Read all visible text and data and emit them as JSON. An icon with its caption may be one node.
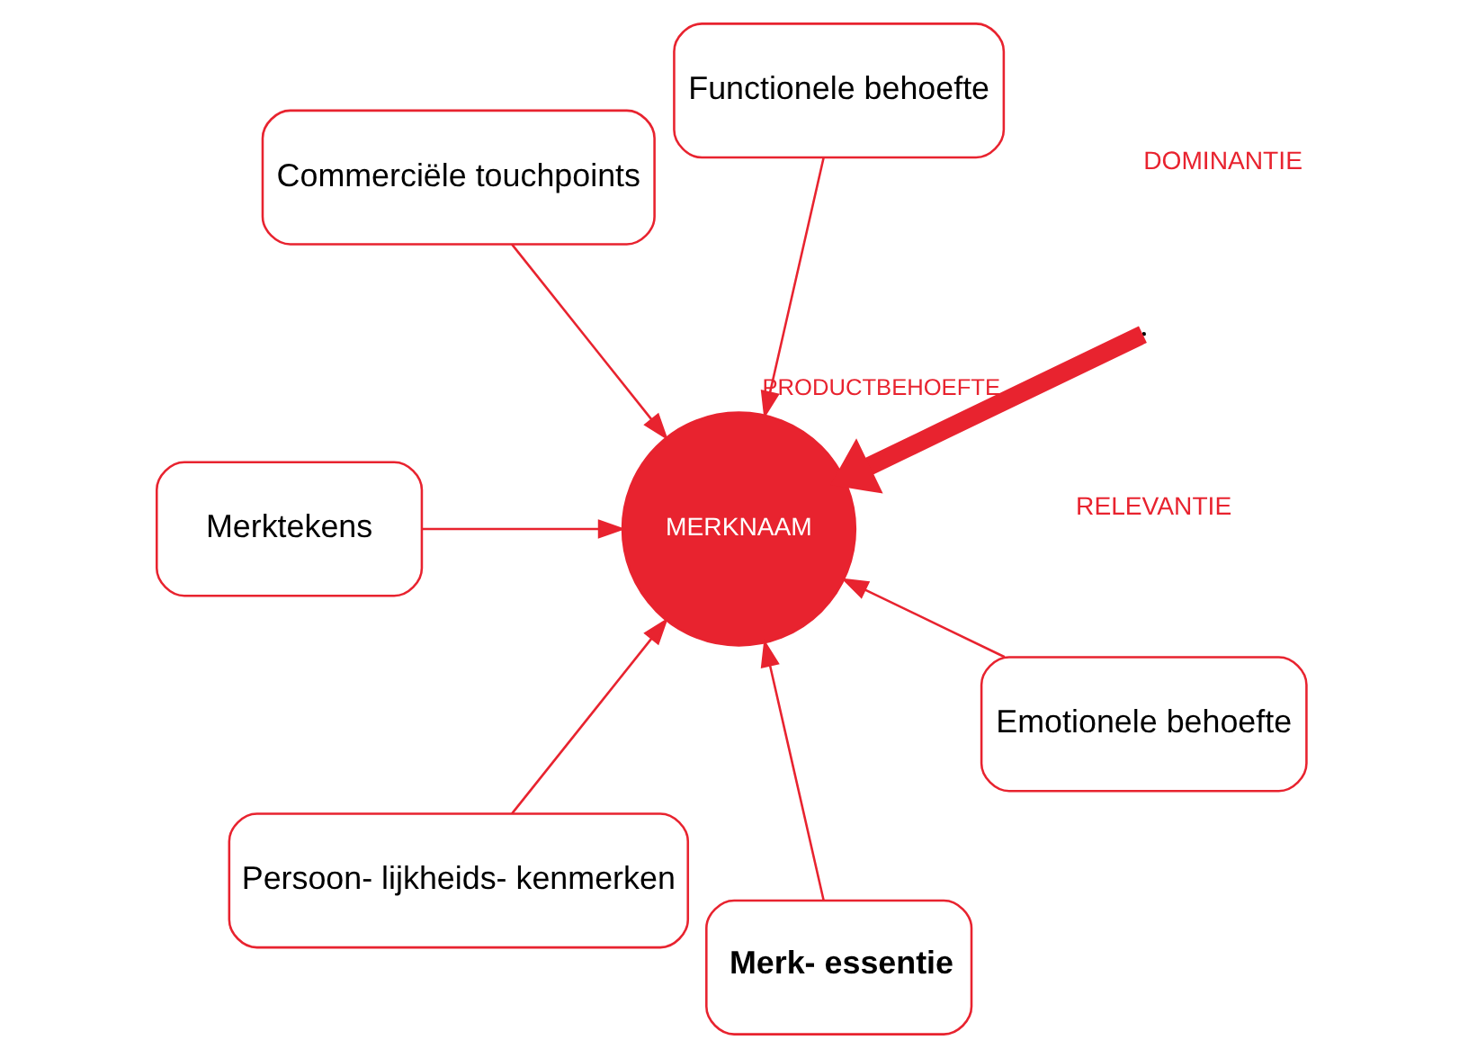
{
  "diagram": {
    "nodes": [
      {
        "text": [
          "MERKNAAM"
        ]
      },
      {
        "text": [
          "Functionele behoefte"
        ]
      },
      {
        "text": [
          "Commerciële touchpoints"
        ]
      },
      {
        "text": [
          "Merktekens"
        ]
      },
      {
        "text": [
          "Persoon- lijkheids- kenmerken"
        ]
      },
      {
        "text": [
          "Merk- essentie"
        ]
      },
      {
        "text": [
          "Emotionele behoefte"
        ]
      }
    ],
    "edges": [
      {
        "from": null,
        "to": 0,
        "arrow": "to",
        "label": "PRODUCTBEHOEFTE",
        "style": "thick"
      },
      {
        "from": 1,
        "to": 0,
        "arrow": "to"
      },
      {
        "from": 2,
        "to": 0,
        "arrow": "to"
      },
      {
        "from": 3,
        "to": 0,
        "arrow": "to"
      },
      {
        "from": 4,
        "to": 0,
        "arrow": "to"
      },
      {
        "from": 5,
        "to": 0,
        "arrow": "to"
      },
      {
        "from": 6,
        "to": 0,
        "arrow": "to"
      }
    ],
    "labels": [
      "RELEVANTIE",
      "DOMINANTIE"
    ]
  }
}
